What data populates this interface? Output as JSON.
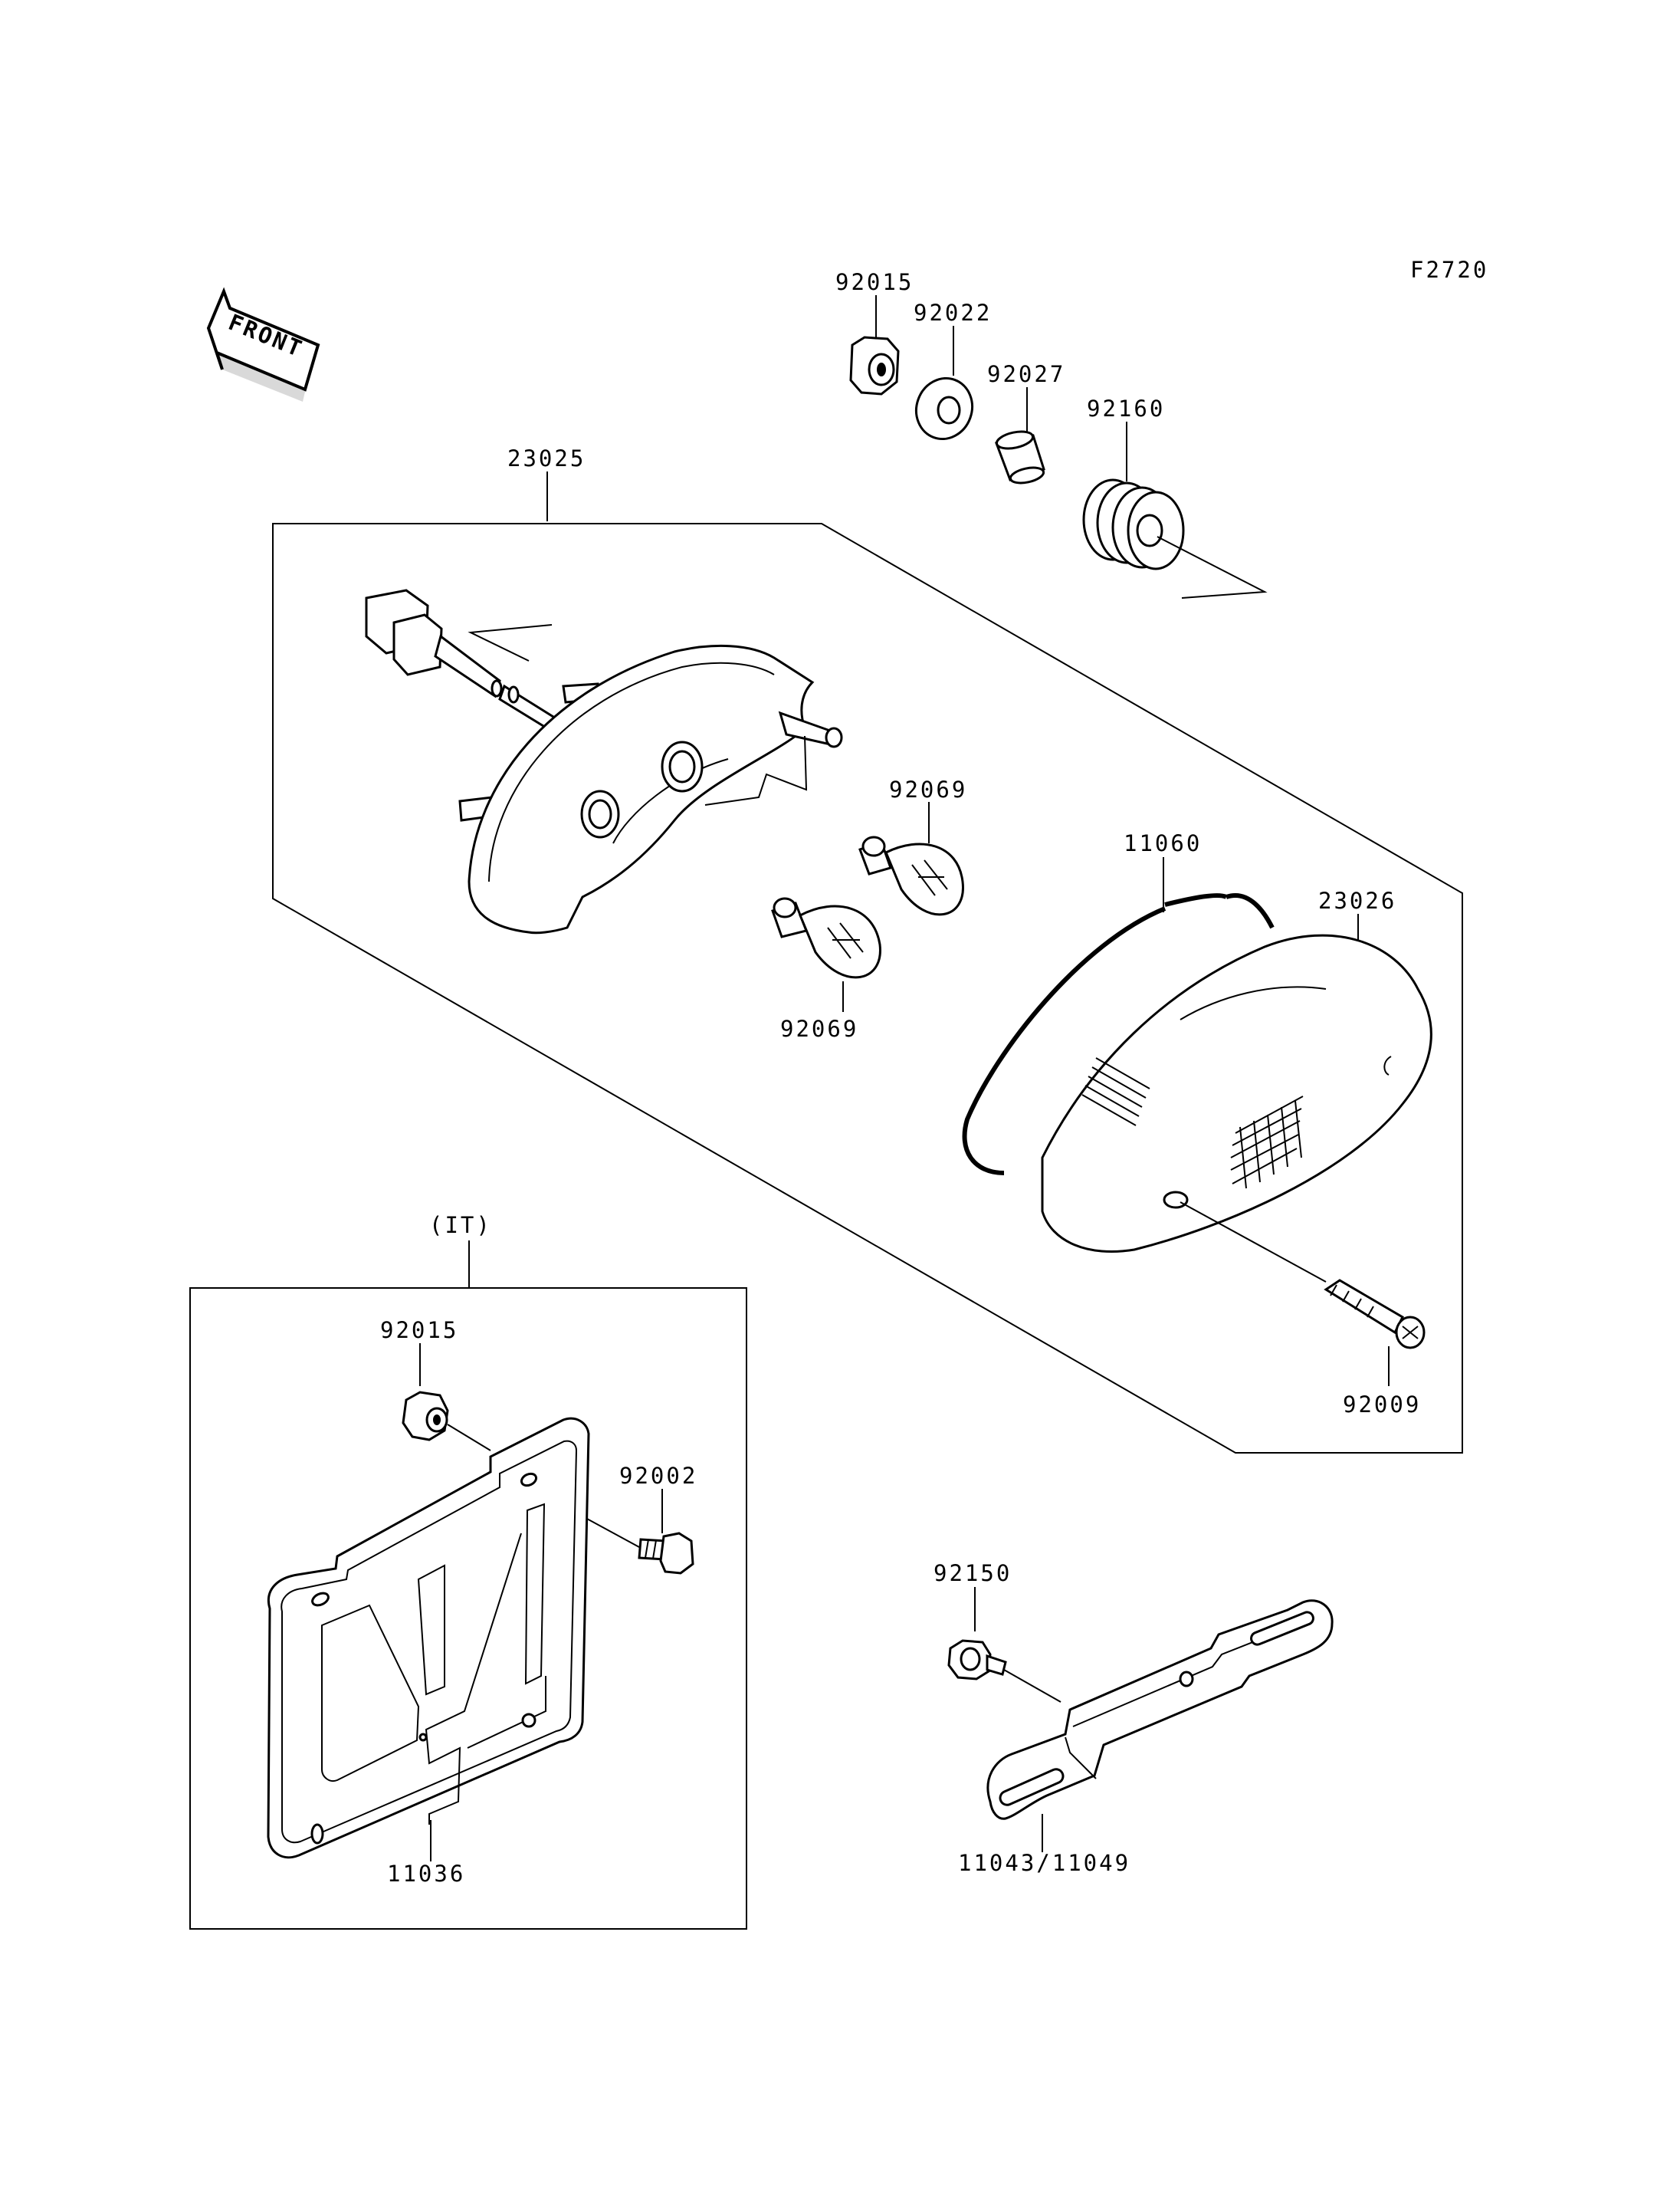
{
  "figure_code": "F2720",
  "front_arrow_text": "FRONT",
  "inset_label": "(IT)",
  "parts": {
    "p92015_top": "92015",
    "p92022": "92022",
    "p92027": "92027",
    "p92160": "92160",
    "p23025": "23025",
    "p92069_top": "92069",
    "p92069_bottom": "92069",
    "p11060": "11060",
    "p23026": "23026",
    "p92009": "92009",
    "p92015_inset": "92015",
    "p92002": "92002",
    "p11036": "11036",
    "p92150": "92150",
    "p11043_11049": "11043/11049"
  }
}
